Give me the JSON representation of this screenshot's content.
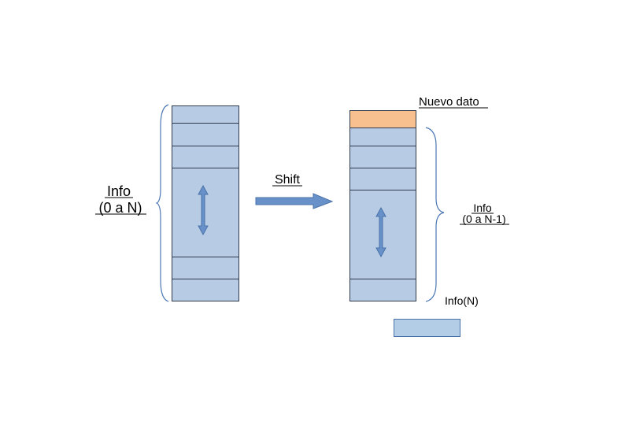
{
  "labels": {
    "left_info_line1": "Info",
    "left_info_line2": "(0 a N)",
    "shift": "Shift",
    "nuevo_dato": "Nuevo dato",
    "right_info_line1": "Info",
    "right_info_line2": "(0 a N-1)",
    "info_n": "Info(N)"
  },
  "colors": {
    "cell_fill": "#b7cce4",
    "cell_fill_light": "#b4cde6",
    "cell_border": "#2f3b4c",
    "new_cell_fill": "#f8c08f",
    "arrow_fill": "#6891c9",
    "arrow_stroke": "#4a72a9",
    "brace": "#4a76b4"
  },
  "icons": {
    "left_stack_arrow": "double-vertical-arrow-icon",
    "right_stack_arrow": "double-vertical-arrow-icon",
    "shift_arrow": "right-arrow-icon"
  }
}
